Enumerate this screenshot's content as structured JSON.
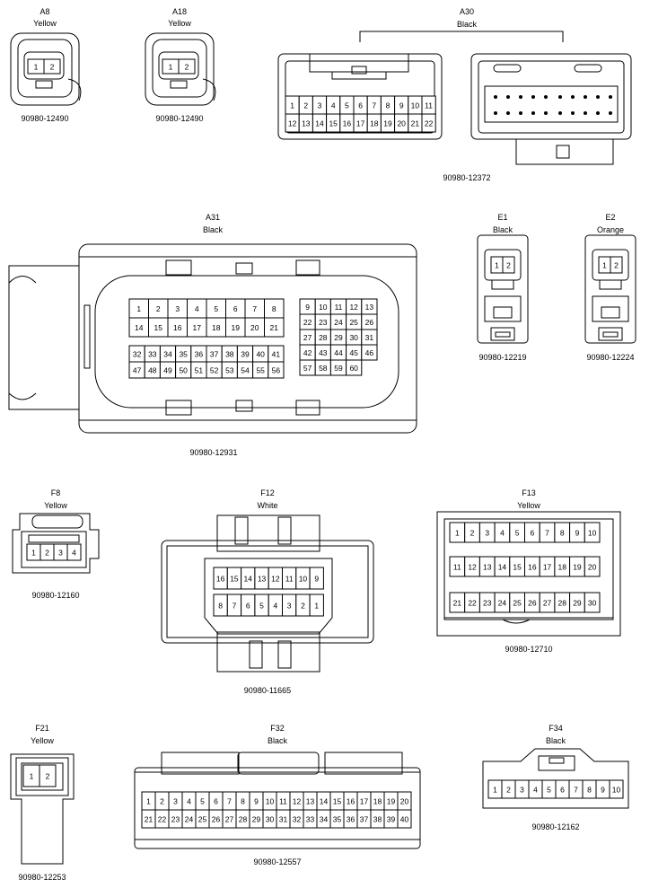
{
  "connectors": {
    "A8": {
      "code": "A8",
      "color": "Yellow",
      "part": "90980-12490",
      "pins": [
        "1",
        "2"
      ]
    },
    "A18": {
      "code": "A18",
      "color": "Yellow",
      "part": "90980-12490",
      "pins": [
        "1",
        "2"
      ]
    },
    "A30": {
      "code": "A30",
      "color": "Black",
      "part": "90980-12372",
      "pins_top": [
        "1",
        "2",
        "3",
        "4",
        "5",
        "6",
        "7",
        "8",
        "9",
        "10",
        "11"
      ],
      "pins_bottom": [
        "12",
        "13",
        "14",
        "15",
        "16",
        "17",
        "18",
        "19",
        "20",
        "21",
        "22"
      ]
    },
    "A31": {
      "code": "A31",
      "color": "Black",
      "part": "90980-12931",
      "left_rows": [
        [
          "1",
          "2",
          "3",
          "4",
          "5",
          "6",
          "7",
          "8"
        ],
        [
          "14",
          "15",
          "16",
          "17",
          "18",
          "19",
          "20",
          "21"
        ],
        [
          "32",
          "33",
          "34",
          "35",
          "36",
          "37",
          "38",
          "39",
          "40",
          "41"
        ],
        [
          "47",
          "48",
          "49",
          "50",
          "51",
          "52",
          "53",
          "54",
          "55",
          "56"
        ]
      ],
      "right_rows": [
        [
          "9",
          "10",
          "11",
          "12",
          "13"
        ],
        [
          "22",
          "23",
          "24",
          "25",
          "26"
        ],
        [
          "27",
          "28",
          "29",
          "30",
          "31"
        ],
        [
          "42",
          "43",
          "44",
          "45",
          "46"
        ],
        [
          "57",
          "58",
          "59",
          "60"
        ]
      ]
    },
    "E1": {
      "code": "E1",
      "color": "Black",
      "part": "90980-12219",
      "pins": [
        "1",
        "2"
      ]
    },
    "E2": {
      "code": "E2",
      "color": "Orange",
      "part": "90980-12224",
      "pins": [
        "1",
        "2"
      ]
    },
    "F8": {
      "code": "F8",
      "color": "Yellow",
      "part": "90980-12160",
      "pins": [
        "1",
        "2",
        "3",
        "4"
      ]
    },
    "F12": {
      "code": "F12",
      "color": "White",
      "part": "90980-11665",
      "pins_top": [
        "16",
        "15",
        "14",
        "13",
        "12",
        "11",
        "10",
        "9"
      ],
      "pins_bottom": [
        "8",
        "7",
        "6",
        "5",
        "4",
        "3",
        "2",
        "1"
      ]
    },
    "F13": {
      "code": "F13",
      "color": "Yellow",
      "part": "90980-12710",
      "rows": [
        [
          "1",
          "2",
          "3",
          "4",
          "5",
          "6",
          "7",
          "8",
          "9",
          "10"
        ],
        [
          "11",
          "12",
          "13",
          "14",
          "15",
          "16",
          "17",
          "18",
          "19",
          "20"
        ],
        [
          "21",
          "22",
          "23",
          "24",
          "25",
          "26",
          "27",
          "28",
          "29",
          "30"
        ]
      ]
    },
    "F21": {
      "code": "F21",
      "color": "Yellow",
      "part": "90980-12253",
      "pins": [
        "1",
        "2"
      ]
    },
    "F32": {
      "code": "F32",
      "color": "Black",
      "part": "90980-12557",
      "pins_top": [
        "1",
        "2",
        "3",
        "4",
        "5",
        "6",
        "7",
        "8",
        "9",
        "10",
        "11",
        "12",
        "13",
        "14",
        "15",
        "16",
        "17",
        "18",
        "19",
        "20"
      ],
      "pins_bottom": [
        "21",
        "22",
        "23",
        "24",
        "25",
        "26",
        "27",
        "28",
        "29",
        "30",
        "31",
        "32",
        "33",
        "34",
        "35",
        "36",
        "37",
        "38",
        "39",
        "40"
      ]
    },
    "F34": {
      "code": "F34",
      "color": "Black",
      "part": "90980-12162",
      "pins": [
        "1",
        "2",
        "3",
        "4",
        "5",
        "6",
        "7",
        "8",
        "9",
        "10"
      ]
    }
  }
}
